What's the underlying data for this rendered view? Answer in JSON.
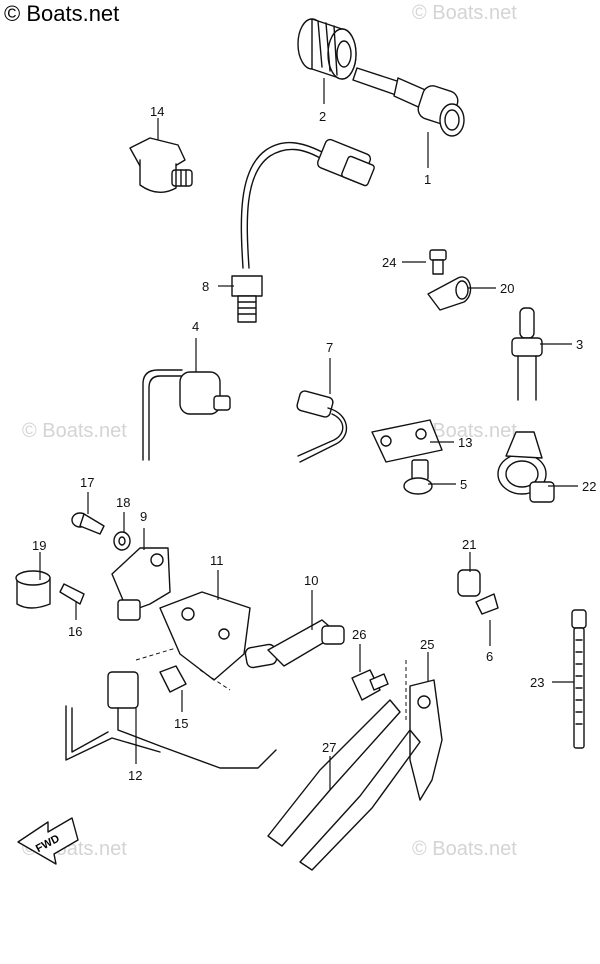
{
  "copyright": "© Boats.net",
  "watermark": "© Boats.net",
  "fwd_label": "FWD",
  "callouts": [
    "1",
    "2",
    "3",
    "4",
    "5",
    "6",
    "7",
    "8",
    "9",
    "10",
    "11",
    "12",
    "13",
    "14",
    "15",
    "16",
    "17",
    "18",
    "19",
    "20",
    "21",
    "22",
    "23",
    "24",
    "25",
    "26",
    "27"
  ]
}
